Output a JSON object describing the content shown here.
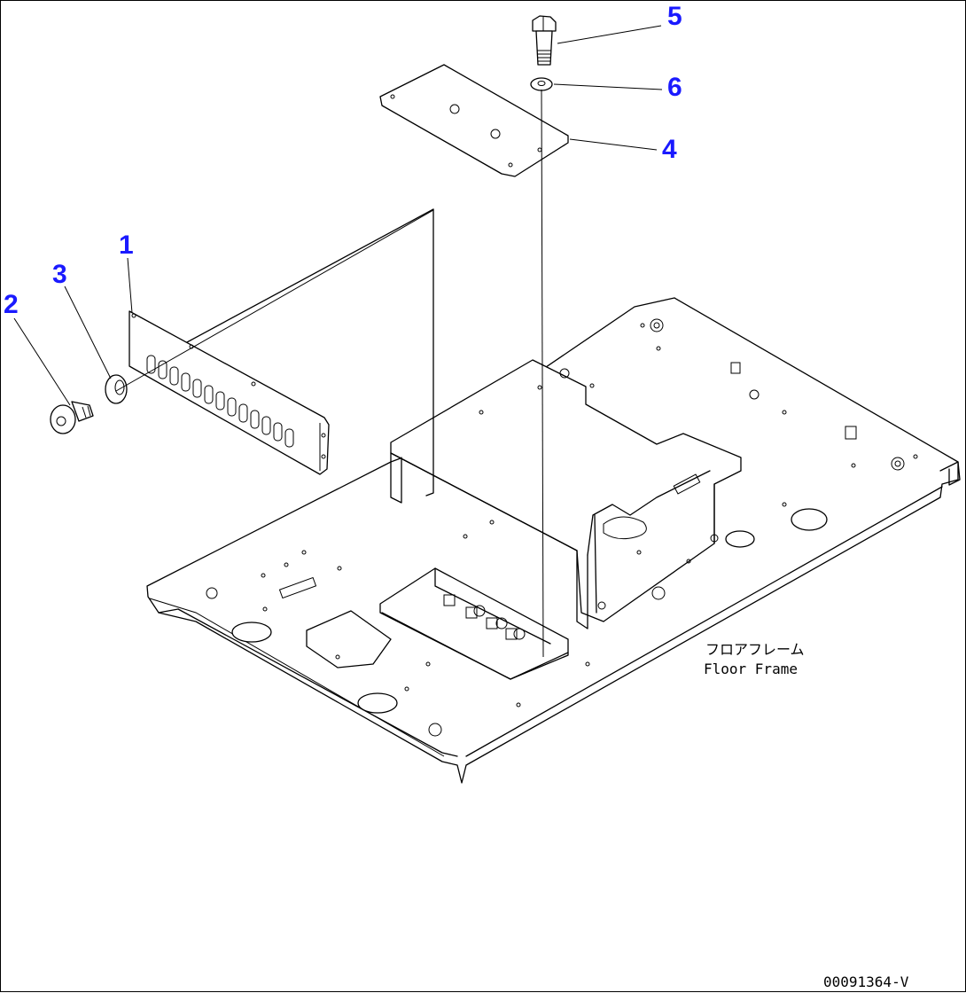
{
  "callouts": [
    "1",
    "2",
    "3",
    "4",
    "5",
    "6"
  ],
  "frame_label": {
    "japanese": "フロアフレーム",
    "english": "Floor Frame"
  },
  "drawing_code": "00091364-V",
  "colors": {
    "callout": "#1a1aff",
    "line": "#000000",
    "background": "#ffffff"
  }
}
